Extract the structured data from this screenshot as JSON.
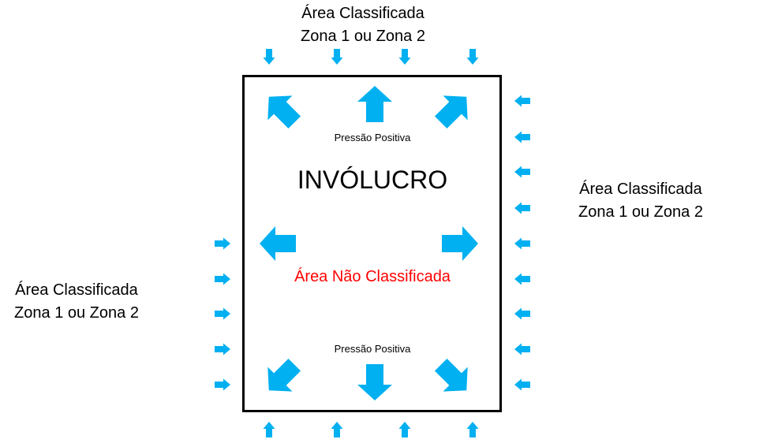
{
  "labels": {
    "top": {
      "line1": "Área Classificada",
      "line2": "Zona 1 ou Zona 2"
    },
    "right": {
      "line1": "Área Classificada",
      "line2": "Zona 1 ou Zona 2"
    },
    "left": {
      "line1": "Área Classificada",
      "line2": "Zona 1 ou Zona 2"
    }
  },
  "enclosure": {
    "title": "INVÓLUCRO",
    "pressure_top": "Pressão Positiva",
    "pressure_bottom": "Pressão Positiva",
    "inner_area": "Área Não Classificada"
  },
  "colors": {
    "arrow": "#00B0F0",
    "inner_area_text": "#FF0000",
    "border": "#000000"
  }
}
